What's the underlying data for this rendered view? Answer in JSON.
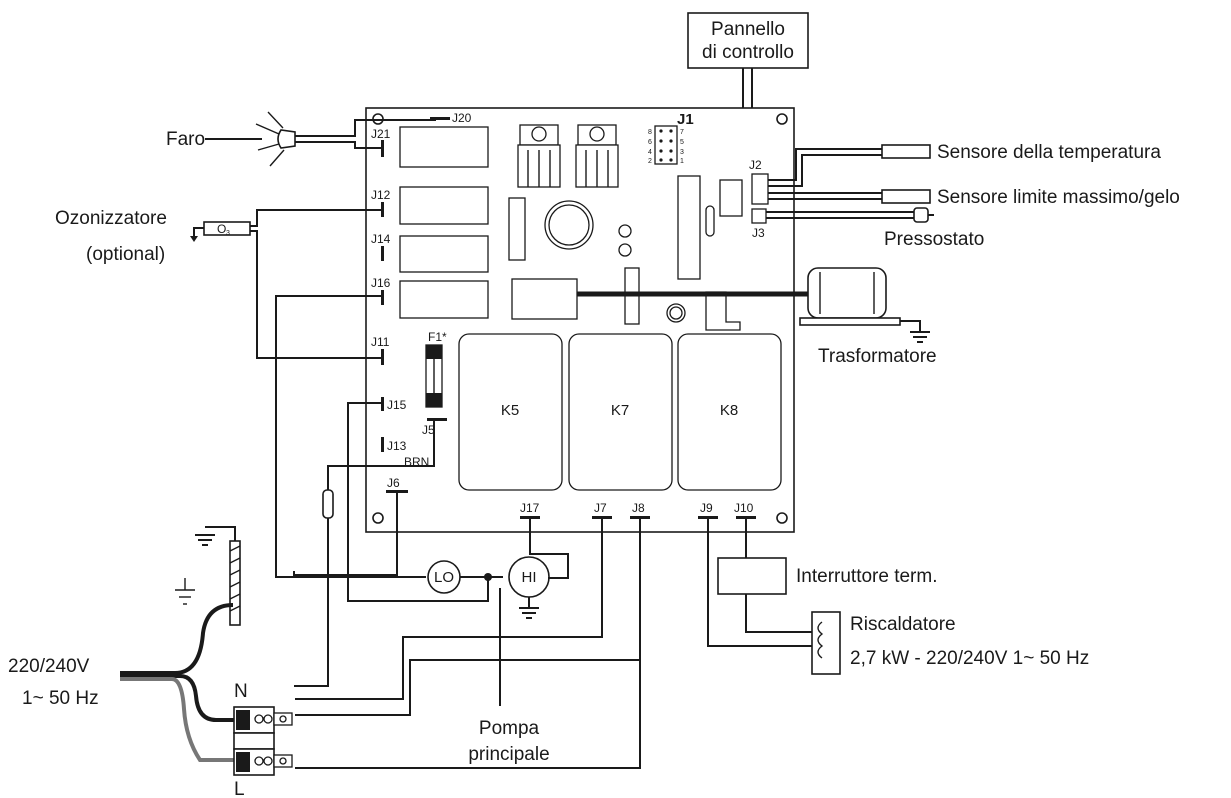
{
  "control_panel": {
    "line1": "Pannello",
    "line2": "di controllo"
  },
  "labels": {
    "faro": "Faro",
    "ozone_line1": "Ozonizzatore",
    "ozone_line2": "(optional)",
    "ozone_symbol": "O",
    "ozone_sub": "3",
    "temp_sensor": "Sensore della temperatura",
    "limit_sensor": "Sensore limite massimo/gelo",
    "pressure": "Pressostato",
    "transformer": "Trasformatore",
    "thermal_switch": "Interruttore term.",
    "heater_line1": "Riscaldatore",
    "heater_line2": "2,7 kW - 220/240V 1~ 50 Hz",
    "supply_line1": "220/240V",
    "supply_line2": "1~ 50 Hz",
    "neutral": "N",
    "live": "L",
    "pump_line1": "Pompa",
    "pump_line2": "principale",
    "pump_lo": "LO",
    "pump_hi": "HI",
    "brn": "BRN",
    "fuse": "F1*"
  },
  "connectors": {
    "j1": "J1",
    "j2": "J2",
    "j3": "J3",
    "j5": "J5",
    "j6": "J6",
    "j7": "J7",
    "j8": "J8",
    "j9": "J9",
    "j10": "J10",
    "j11": "J11",
    "j12": "J12",
    "j13": "J13",
    "j14": "J14",
    "j15": "J15",
    "j16": "J16",
    "j17": "J17",
    "j20": "J20",
    "j21": "J21"
  },
  "j1_pins": {
    "p8": "8",
    "p6": "6",
    "p4": "4",
    "p2": "2",
    "p7": "7",
    "p5": "5",
    "p3": "3",
    "p1": "1"
  },
  "relays": {
    "k5": "K5",
    "k7": "K7",
    "k8": "K8"
  }
}
